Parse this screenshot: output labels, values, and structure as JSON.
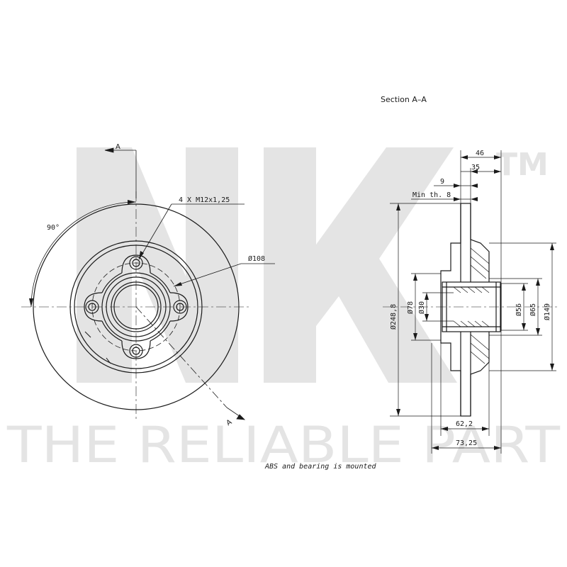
{
  "brand": {
    "tm": "TM",
    "tagline": "THE RELIABLE PART",
    "watermark_color": "#e4e4e4"
  },
  "drawing": {
    "line_color": "#1a1a1a",
    "section_title": "Section A–A",
    "note": "ABS and bearing is mounted",
    "section_marker_top": "A",
    "section_marker_bottom": "A",
    "angle": "90°",
    "bolt_callout": "4 X M12x1,25",
    "pcd": "Ø108",
    "dims": {
      "d46": "46",
      "d35": "35",
      "d9": "9",
      "min_th": "Min th. 8",
      "dia_248": "Ø248,8",
      "dia_78": "Ø78",
      "dia_30": "Ø30",
      "dia_56": "Ø56",
      "dia_65": "Ø65",
      "dia_149": "Ø149",
      "d62": "62,2",
      "d73": "73,25"
    }
  }
}
